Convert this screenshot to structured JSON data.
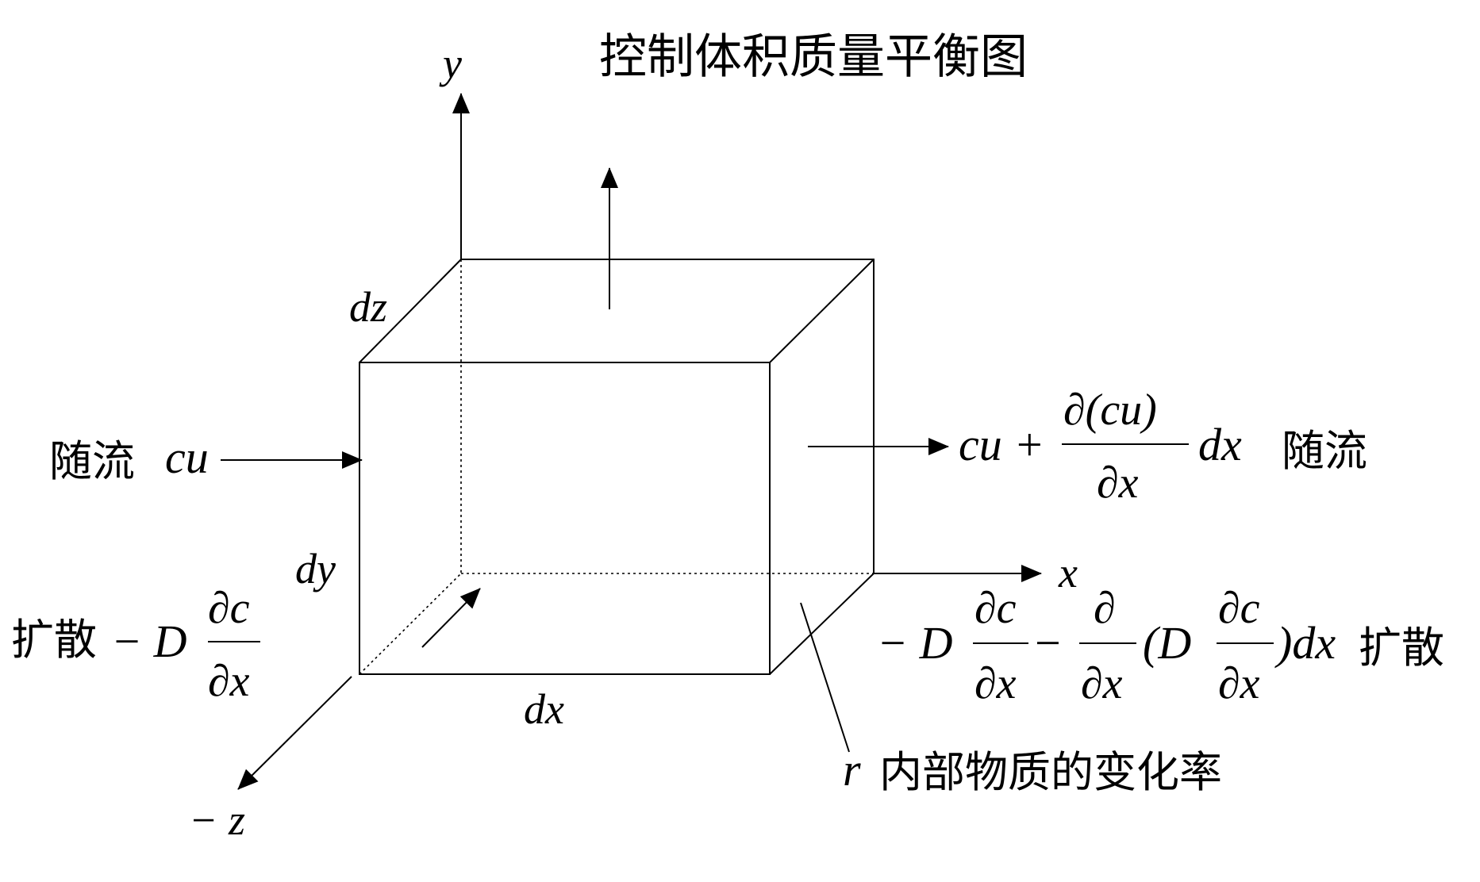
{
  "title": "控制体积质量平衡图",
  "axes": {
    "y": "y",
    "x": "x",
    "neg_z": "− z"
  },
  "dimensions": {
    "dz": "dz",
    "dy": "dy",
    "dx": "dx"
  },
  "left_advection": {
    "label": "随流",
    "term": "cu"
  },
  "right_advection": {
    "lead": "cu +",
    "frac_num": "∂(cu)",
    "frac_den": "∂x",
    "tail": "dx",
    "label": "随流"
  },
  "left_diffusion": {
    "label": "扩散",
    "term": "− D",
    "frac_num": "∂c",
    "frac_den": "∂x"
  },
  "right_diffusion": {
    "lead": "− D",
    "frac1_num": "∂c",
    "frac1_den": "∂x",
    "minus": "−",
    "frac2_num": "∂",
    "frac2_den": "∂x",
    "paren_open": "(D",
    "frac3_num": "∂c",
    "frac3_den": "∂x",
    "paren_close": ")dx",
    "label": "扩散"
  },
  "reaction": {
    "symbol": "r",
    "label": "内部物质的变化率"
  },
  "colors": {
    "ink": "#000000",
    "background": "#ffffff"
  }
}
